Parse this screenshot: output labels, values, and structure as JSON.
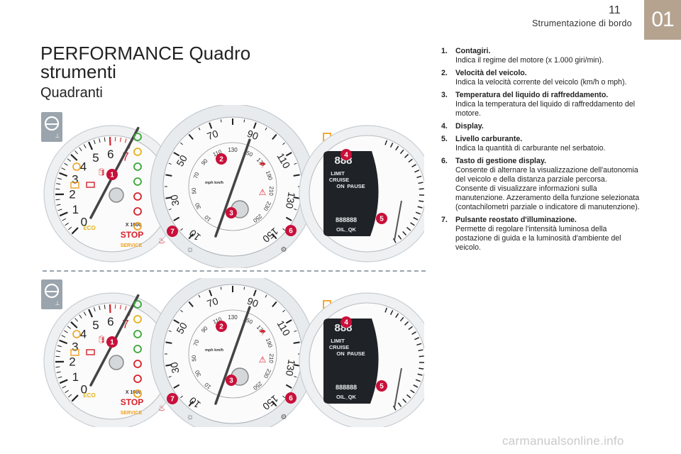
{
  "header": {
    "page_number": "11",
    "section_title": "Strumentazione di bordo",
    "chapter": "01"
  },
  "page_title": "PERFORMANCE Quadro strumenti",
  "subtitle": "Quadranti",
  "gauges": {
    "tach_numbers": [
      "0",
      "1",
      "2",
      "3",
      "4",
      "5",
      "6",
      "7"
    ],
    "tach_multiplier": "X 1000",
    "eco_label": "ECO",
    "stop_label": "STOP",
    "service_label": "SERVICE",
    "speed_outer": [
      "10",
      "30",
      "50",
      "70",
      "90",
      "110",
      "130",
      "150"
    ],
    "speed_inner": [
      "10",
      "30",
      "50",
      "70",
      "90",
      "110",
      "130",
      "150",
      "170",
      "190",
      "210",
      "230",
      "250"
    ],
    "speed_units": "mph km/h",
    "display_digits": "888",
    "display_limit": "LIMIT",
    "display_cruise": "CRUISE",
    "display_on": "ON",
    "display_pause": "PAUSE",
    "display_oil": "OIL_QK",
    "display_odo": "888888"
  },
  "callouts": [
    "1",
    "2",
    "3",
    "4",
    "5",
    "6",
    "7"
  ],
  "legend": [
    {
      "num": "1.",
      "title": "Contagiri.",
      "body": "Indica il regime del motore (x 1.000 giri/min)."
    },
    {
      "num": "2.",
      "title": "Velocità del veicolo.",
      "body": "Indica la velocità corrente del veicolo (km/h o mph)."
    },
    {
      "num": "3.",
      "title": "Temperatura del liquido di raffreddamento.",
      "body": "Indica la temperatura del liquido di raffreddamento del motore."
    },
    {
      "num": "4.",
      "title": "Display.",
      "body": ""
    },
    {
      "num": "5.",
      "title": "Livello carburante.",
      "body": "Indica la quantità di carburante nel serbatoio."
    },
    {
      "num": "6.",
      "title": "Tasto di gestione display.",
      "body": "Consente di alternare la visualizzazione dell'autonomia del veicolo e della distanza parziale percorsa. Consente di visualizzare informazioni sulla manutenzione. Azzeramento della funzione selezionata (contachilometri parziale o indicatore di manutenzione)."
    },
    {
      "num": "7.",
      "title": "Pulsante reostato d'illuminazione.",
      "body": "Permette di regolare l'intensità luminosa della postazione di guida e la luminosità d'ambiente del veicolo."
    }
  ],
  "watermark": "carmanualsonline.info",
  "colors": {
    "chapter_tab": "#b5a390",
    "callout": "#c8103a",
    "warning_amber": "#f0a020",
    "warning_red": "#d8202a",
    "indicator_green": "#3aa638"
  }
}
